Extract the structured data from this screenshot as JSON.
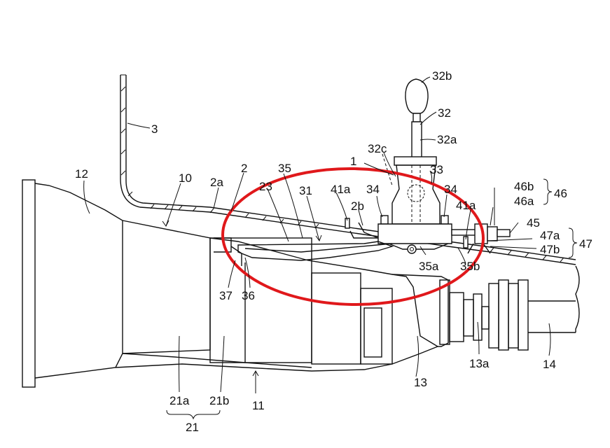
{
  "diagram": {
    "highlight_color": "#e0181b",
    "line_color": "#111111",
    "labels": {
      "l1": "1",
      "l2": "2",
      "l2a": "2a",
      "l2b": "2b",
      "l3": "3",
      "l10": "10",
      "l11": "11",
      "l12": "12",
      "l13": "13",
      "l13a": "13a",
      "l14": "14",
      "l21": "21",
      "l21a": "21a",
      "l21b": "21b",
      "l23": "23",
      "l31": "31",
      "l32": "32",
      "l32a": "32a",
      "l32b": "32b",
      "l32c": "32c",
      "l33": "33",
      "l34a": "34",
      "l34b": "34",
      "l35": "35",
      "l35a": "35a",
      "l35b": "35b",
      "l36": "36",
      "l37": "37",
      "l41a_left": "41a",
      "l41a_right": "41a",
      "l45": "45",
      "l46": "46",
      "l46a": "46a",
      "l46b": "46b",
      "l47": "47",
      "l47a": "47a",
      "l47b": "47b"
    }
  }
}
